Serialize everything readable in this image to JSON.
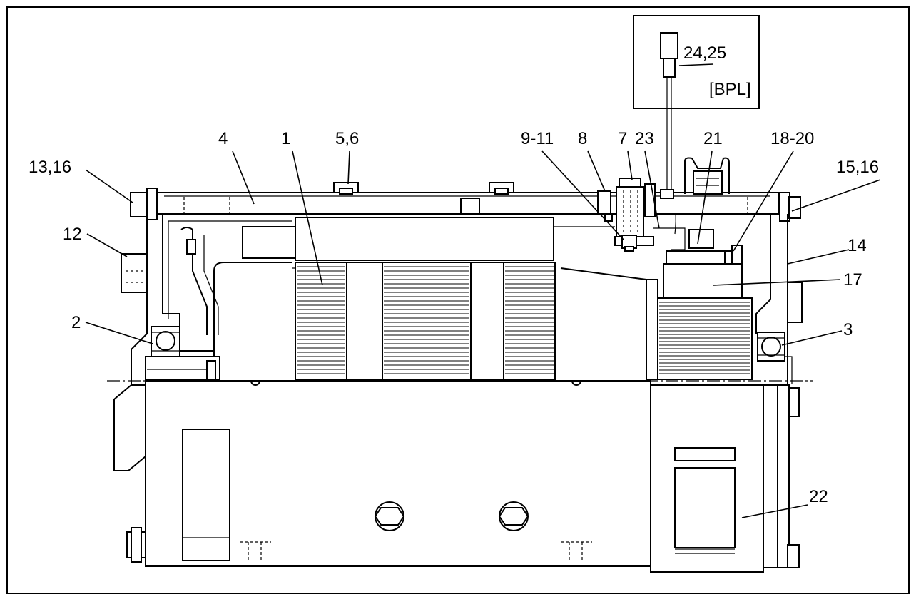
{
  "callouts": {
    "c1": "1",
    "c2": "2",
    "c3": "3",
    "c4": "4",
    "c5_6": "5,6",
    "c7": "7",
    "c8": "8",
    "c9_11": "9-11",
    "c12": "12",
    "c13_16": "13,16",
    "c14": "14",
    "c15_16": "15,16",
    "c17": "17",
    "c18_20": "18-20",
    "c21": "21",
    "c22": "22",
    "c23": "23",
    "c24_25": "24,25"
  },
  "inset": {
    "tag": "[BPL]"
  }
}
